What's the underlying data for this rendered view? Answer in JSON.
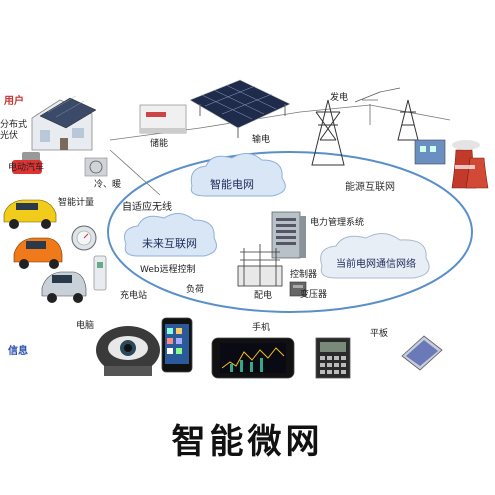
{
  "title": "智能微网",
  "sections": {
    "users": "用户",
    "info": "信息"
  },
  "clouds": {
    "smart_grid": "智能电网",
    "future_internet": "未来互联网",
    "current_comm": "当前电网通信网络"
  },
  "labels": {
    "distributed_pv": "分布式\n光伏",
    "ev": "电动汽车",
    "heat_cool": "冷、暖",
    "smart_meter": "智能计量",
    "storage": "储能",
    "transmission": "输电",
    "generation": "发电",
    "energy_internet": "能源互联网",
    "adaptive_wireless": "自适应无线",
    "power_mgmt": "电力管理系统",
    "web_control": "Web远程控制",
    "load": "负荷",
    "controller": "控制器",
    "charging": "充电站",
    "distribution": "配电",
    "transformer": "变压器",
    "computer": "电脑",
    "phone": "手机",
    "tablet": "平板"
  },
  "colors": {
    "ellipse": "#5a8fc8",
    "cloud_fill": "#d9e6f5",
    "cloud_stroke": "#8fb0d8",
    "title": "#111111"
  }
}
